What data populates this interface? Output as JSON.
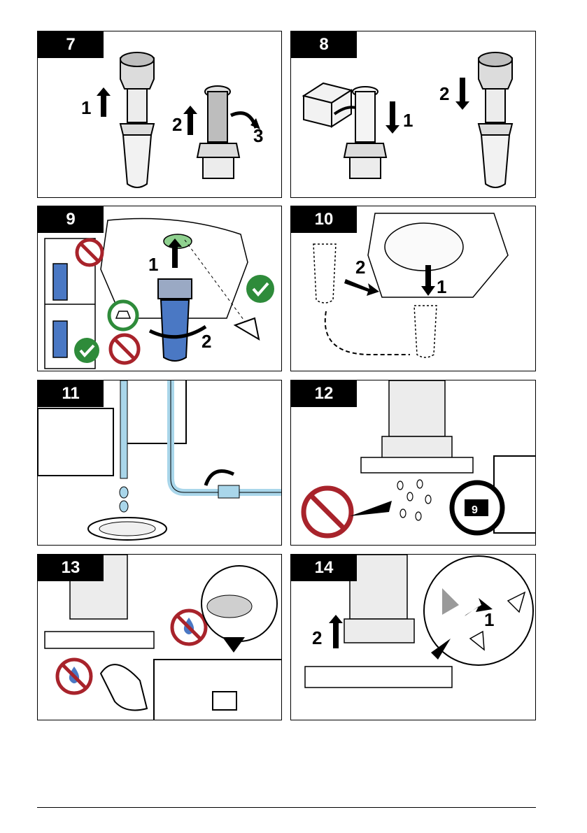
{
  "panels": [
    {
      "number": "7",
      "labels": [
        "1",
        "2",
        "3"
      ]
    },
    {
      "number": "8",
      "labels": [
        "1",
        "2"
      ]
    },
    {
      "number": "9",
      "labels": [
        "1",
        "2"
      ]
    },
    {
      "number": "10",
      "labels": [
        "1",
        "2"
      ]
    },
    {
      "number": "11",
      "labels": []
    },
    {
      "number": "12",
      "labels": [
        "9"
      ]
    },
    {
      "number": "13",
      "labels": []
    },
    {
      "number": "14",
      "labels": [
        "1",
        "2"
      ]
    }
  ],
  "colors": {
    "accent_blue": "#4a78c4",
    "water_blue": "#a9d6ea",
    "prohibit_red": "#a8232b",
    "ok_green": "#2e8b3a"
  },
  "icons": [
    "prohibited-icon",
    "check-icon",
    "glove-icon",
    "no-water-icon",
    "arrow-icon",
    "rotate-icon",
    "lock-icon",
    "unlock-icon"
  ]
}
